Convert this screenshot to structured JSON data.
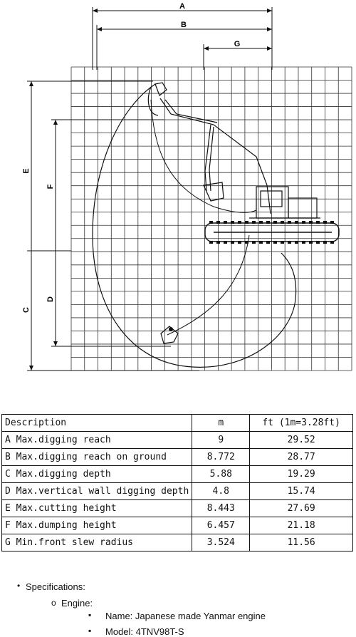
{
  "diagram": {
    "dimension_letters": [
      "A",
      "B",
      "G",
      "E",
      "F",
      "C",
      "D"
    ]
  },
  "table": {
    "headers": [
      "Description",
      "m",
      "ft (1m=3.28ft)"
    ],
    "rows": [
      {
        "description": "A Max.digging reach",
        "m": "9",
        "ft": "29.52"
      },
      {
        "description": "B Max.digging reach on ground",
        "m": "8.772",
        "ft": "28.77"
      },
      {
        "description": "C Max.digging depth",
        "m": "5.88",
        "ft": "19.29"
      },
      {
        "description": "D Max.vertical wall digging depth",
        "m": "4.8",
        "ft": "15.74"
      },
      {
        "description": "E Max.cutting height",
        "m": "8.443",
        "ft": "27.69"
      },
      {
        "description": "F Max.dumping height",
        "m": "6.457",
        "ft": "21.18"
      },
      {
        "description": "G Min.front slew radius",
        "m": "3.524",
        "ft": "11.56"
      }
    ]
  },
  "specs": {
    "title": "Specifications:",
    "engine_label": "Engine:",
    "name": "Name: Japanese made Yanmar engine",
    "model": "Model: 4TNV98T-S"
  }
}
